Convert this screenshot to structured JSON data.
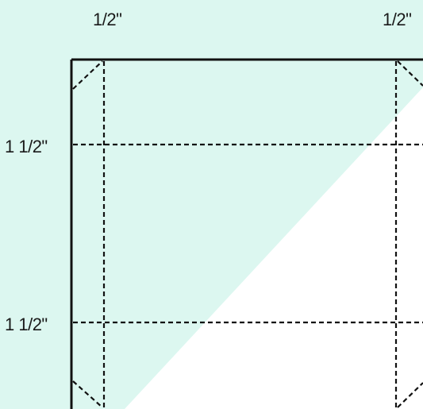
{
  "labels": {
    "top_left": "1/2\"",
    "top_right": "1/2\"",
    "side_upper": "1 1/2\"",
    "side_lower": "1 1/2\""
  },
  "colors": {
    "background_tint": "#dcf7f0",
    "line": "#111111",
    "paper": "#ffffff"
  }
}
